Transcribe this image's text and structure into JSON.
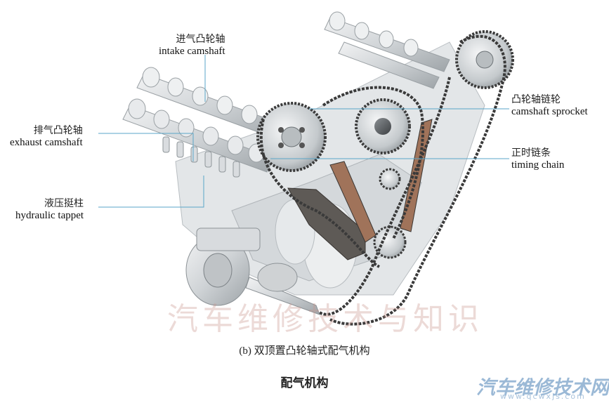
{
  "labels": {
    "intake": {
      "zh": "进气凸轮轴",
      "en": "intake camshaft"
    },
    "exhaust": {
      "zh": "排气凸轮轴",
      "en": "exhaust camshaft"
    },
    "tappet": {
      "zh": "液压挺柱",
      "en": "hydraulic tappet"
    },
    "sprocket": {
      "zh": "凸轮轴链轮",
      "en": "camshaft sprocket"
    },
    "chain": {
      "zh": "正时链条",
      "en": "timing chain"
    }
  },
  "caption": "(b) 双顶置凸轮轴式配气机构",
  "title": "配气机构",
  "watermark": "汽车维修技术与知识",
  "brand": {
    "name": "汽车维修技术网",
    "url": "www.qcwxjs.com"
  },
  "colors": {
    "leader": "#5aa6c8",
    "chain": "#3a3a3a",
    "metal": "#cfd3d6",
    "bronze": "#a0735a"
  }
}
